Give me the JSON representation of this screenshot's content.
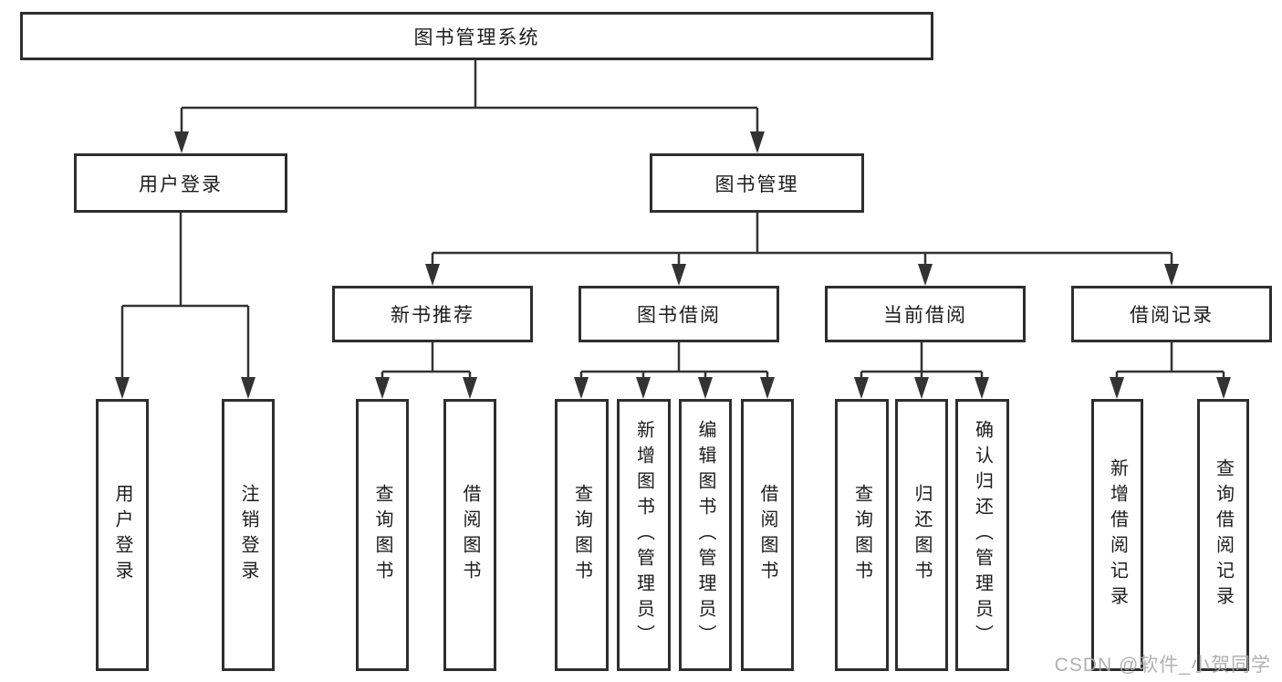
{
  "diagram": {
    "root": {
      "label": "图书管理系统"
    },
    "level2": [
      {
        "label": "用户登录"
      },
      {
        "label": "图书管理"
      }
    ],
    "level3": [
      {
        "label": "新书推荐",
        "parent": "图书管理"
      },
      {
        "label": "图书借阅",
        "parent": "图书管理"
      },
      {
        "label": "当前借阅",
        "parent": "图书管理"
      },
      {
        "label": "借阅记录",
        "parent": "图书管理"
      }
    ],
    "leaves": [
      {
        "label": "用户登录",
        "parent": "用户登录"
      },
      {
        "label": "注销登录",
        "parent": "用户登录"
      },
      {
        "label": "查询图书",
        "parent": "新书推荐"
      },
      {
        "label": "借阅图书",
        "parent": "新书推荐"
      },
      {
        "label": "查询图书",
        "parent": "图书借阅"
      },
      {
        "label": "新增图书（管理员）",
        "parent": "图书借阅"
      },
      {
        "label": "编辑图书（管理员）",
        "parent": "图书借阅"
      },
      {
        "label": "借阅图书",
        "parent": "图书借阅"
      },
      {
        "label": "查询图书",
        "parent": "当前借阅"
      },
      {
        "label": "归还图书",
        "parent": "当前借阅"
      },
      {
        "label": "确认归还（管理员）",
        "parent": "当前借阅"
      },
      {
        "label": "新增借阅记录",
        "parent": "借阅记录"
      },
      {
        "label": "查询借阅记录",
        "parent": "借阅记录"
      }
    ]
  },
  "watermark": "CSDN @软件_小贺同学",
  "colors": {
    "line": "#333333",
    "box_border": "#2e2e2e",
    "text": "#1c1c1c",
    "watermark": "#a9a9a9",
    "background": "#ffffff"
  }
}
